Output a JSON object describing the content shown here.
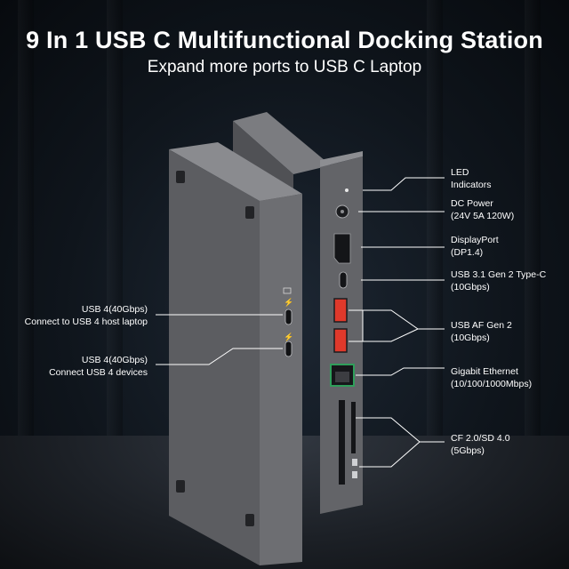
{
  "header": {
    "title": "9 In 1 USB C Multifunctional Docking Station",
    "subtitle": "Expand more ports to USB C Laptop"
  },
  "labels": {
    "led": [
      "LED",
      "Indicators"
    ],
    "dc_power": [
      "DC Power",
      "(24V 5A 120W)"
    ],
    "displayport": [
      "DisplayPort",
      "(DP1.4)"
    ],
    "usb_c": [
      "USB 3.1 Gen 2 Type-C",
      "(10Gbps)"
    ],
    "usb_af": [
      "USB AF Gen 2",
      "(10Gbps)"
    ],
    "ethernet": [
      "Gigabit Ethernet",
      "(10/100/1000Mbps)"
    ],
    "card_reader": [
      "CF 2.0/SD 4.0",
      "(5Gbps)"
    ],
    "usb4_host": [
      "USB 4(40Gbps)",
      "Connect to USB 4 host laptop"
    ],
    "usb4_devices": [
      "USB 4(40Gbps)",
      "Connect USB 4 devices"
    ]
  },
  "colors": {
    "text": "#ffffff",
    "device": "#5f6063",
    "usb_a_accent": "#e0392b",
    "ethernet_accent": "#2f9e5a"
  }
}
